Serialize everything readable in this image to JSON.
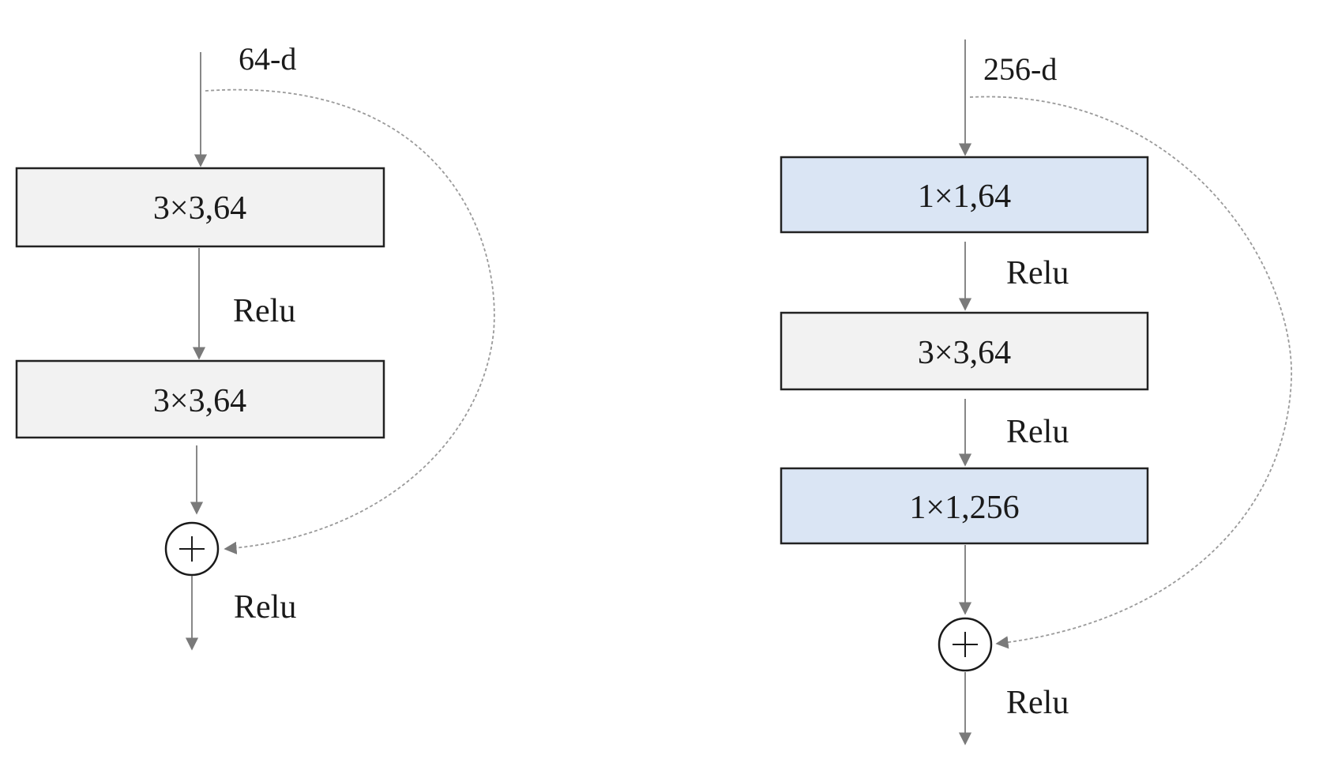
{
  "left_block": {
    "input_label": "64-d",
    "layers": [
      "3×3,64",
      "3×3,64"
    ],
    "relu_labels": [
      "Relu",
      "Relu"
    ]
  },
  "right_block": {
    "input_label": "256-d",
    "layers": [
      "1×1,64",
      "3×3,64",
      "1×1,256"
    ],
    "relu_labels": [
      "Relu",
      "Relu",
      "Relu"
    ]
  },
  "colors": {
    "gray_box_fill": "#f2f2f2",
    "blue_box_fill": "#dae5f4",
    "arrow": "#7a7a7a"
  }
}
